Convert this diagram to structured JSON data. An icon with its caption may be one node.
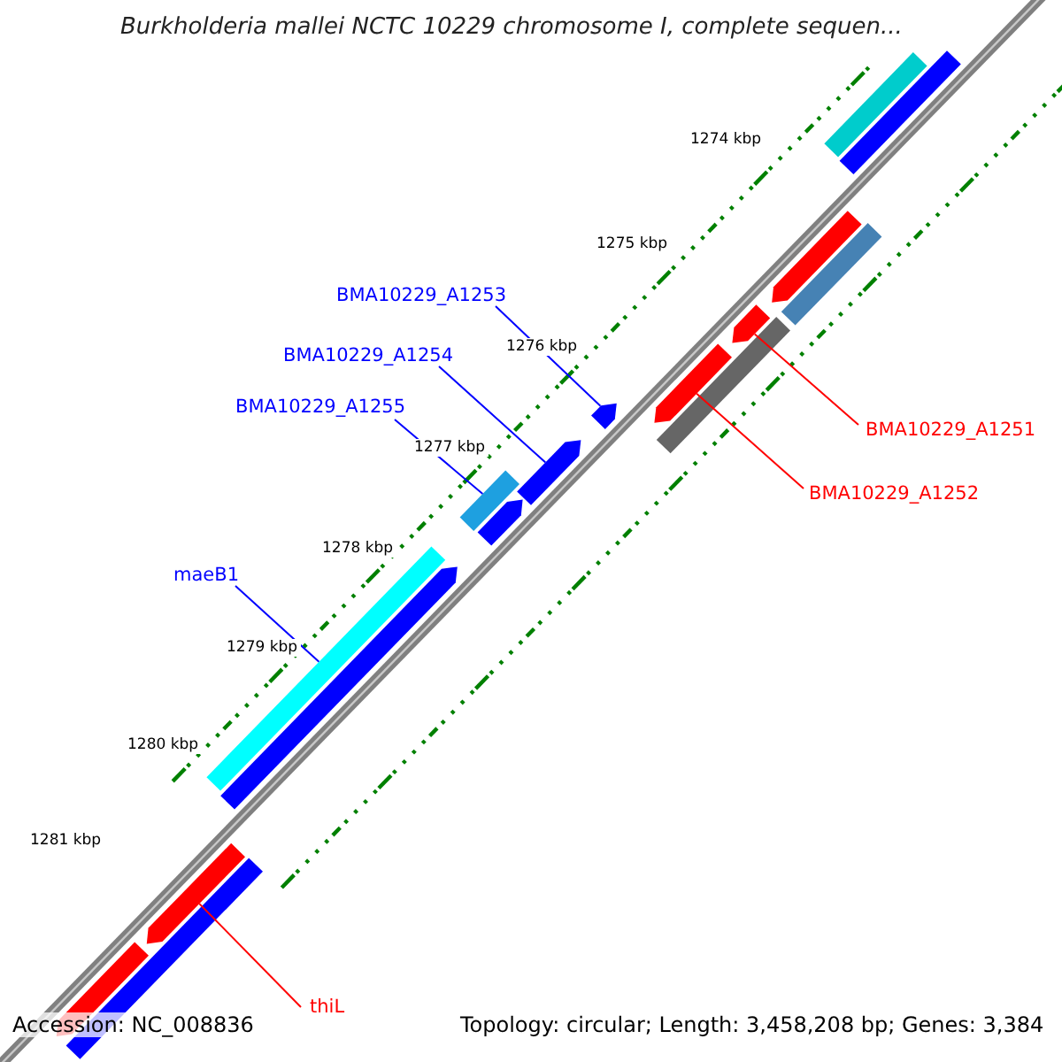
{
  "diagram": {
    "title": "Burkholderia mallei NCTC 10229 chromosome I, complete sequen...",
    "nodes": [
      {
        "text": [
          "BMA10229_A1253"
        ]
      },
      {
        "text": [
          "BMA10229_A1254"
        ]
      },
      {
        "text": [
          "BMA10229_A1255"
        ]
      },
      {
        "text": [
          "maeB1"
        ]
      },
      {
        "text": [
          "BMA10229_A1251"
        ]
      },
      {
        "text": [
          "BMA10229_A1252"
        ]
      },
      {
        "text": [
          "thiL"
        ]
      },
      {
        "text": [],
        "shape": "bar"
      },
      {
        "text": [],
        "shape": "bar"
      },
      {
        "text": [],
        "shape": "arrow"
      },
      {
        "text": [],
        "shape": "bar"
      },
      {
        "text": [],
        "shape": "arrow"
      },
      {
        "text": [],
        "shape": "arrow"
      },
      {
        "text": [],
        "shape": "bar"
      },
      {
        "text": [],
        "shape": "arrow"
      },
      {
        "text": [],
        "shape": "arrow"
      },
      {
        "text": [],
        "shape": "bar"
      },
      {
        "text": [],
        "shape": "arrow"
      },
      {
        "text": [],
        "shape": "bar"
      },
      {
        "text": [],
        "shape": "arrow"
      },
      {
        "text": [],
        "shape": "arrow"
      },
      {
        "text": [],
        "shape": "bar"
      },
      {
        "text": [],
        "shape": "arrow"
      }
    ],
    "edges": [
      {
        "from": 0,
        "to": 14,
        "arrow": "none"
      },
      {
        "from": 1,
        "to": 15,
        "arrow": "none"
      },
      {
        "from": 2,
        "to": 16,
        "arrow": "none"
      },
      {
        "from": 3,
        "to": 18,
        "arrow": "none"
      },
      {
        "from": 4,
        "to": 11,
        "arrow": "none",
        "color": "#ff0000"
      },
      {
        "from": 5,
        "to": 12,
        "arrow": "none",
        "color": "#ff0000"
      },
      {
        "from": 6,
        "to": 20,
        "arrow": "none",
        "color": "#ff0000"
      }
    ],
    "labels": [
      "1274 kbp",
      "1275 kbp",
      "1276 kbp",
      "1277 kbp",
      "1278 kbp",
      "1279 kbp",
      "1280 kbp",
      "1281 kbp",
      "Accession: NC_008836",
      "Topology: circular; Length: 3,458,208 bp; Genes: 3,384"
    ]
  }
}
